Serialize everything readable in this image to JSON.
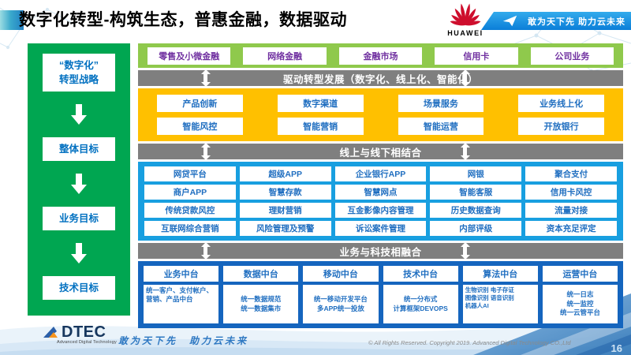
{
  "header": {
    "title": "数字化转型-构筑生态，普惠金融，数据驱动",
    "huawei_label": "HUAWEI",
    "banner_slogan": "敢为天下先 助力云未来"
  },
  "sidebar": {
    "strategy_line1": "“数字化”",
    "strategy_line2": "转型战略",
    "goals": [
      "整体目标",
      "业务目标",
      "技术目标"
    ]
  },
  "business_row": {
    "items": [
      "零售及小微金融",
      "网络金融",
      "金融市场",
      "信用卡",
      "公司业务"
    ]
  },
  "bars": {
    "drive": "驱动转型发展（数字化、线上化、智能化）",
    "online_offline": "线上与线下相结合",
    "tech_fusion": "业务与科技相融合"
  },
  "capability": {
    "rows": [
      [
        "产品创新",
        "数字渠道",
        "场景服务",
        "业务线上化"
      ],
      [
        "智能风控",
        "智能营销",
        "智能运营",
        "开放银行"
      ]
    ]
  },
  "applications": {
    "rows": [
      [
        "网贷平台",
        "超级APP",
        "企业银行APP",
        "网银",
        "聚合支付"
      ],
      [
        "商户APP",
        "智慧存款",
        "智慧网点",
        "智能客服",
        "信用卡风控"
      ],
      [
        "传统贷款风控",
        "理财营销",
        "互金影像内容管理",
        "历史数据查询",
        "流量对接"
      ],
      [
        "互联网综合营销",
        "风险管理及预警",
        "诉讼案件管理",
        "内部评级",
        "资本充足评定"
      ]
    ]
  },
  "platforms": {
    "columns": [
      {
        "title": "业务中台",
        "body": "统一客户、支付帐户、营销、产品中台"
      },
      {
        "title": "数据中台",
        "body": "统一数据规范\n统一数据集市"
      },
      {
        "title": "移动中台",
        "body": "统一移动开发平台\n多APP统一投放"
      },
      {
        "title": "技术中台",
        "body": "统一分布式\n计算框架DEVOPS"
      },
      {
        "title": "算法中台",
        "body": "生物识别 电子存证\n图像识别 语音识别\n机器人AI"
      },
      {
        "title": "运营中台",
        "body": "统一日志\n统一监控\n统一云管平台"
      }
    ]
  },
  "footer": {
    "logo_text": "DTEC",
    "logo_subtext": "Advanced Digital Technology",
    "motto": "敢为天下先　助力云未来",
    "copyright": "© All Rights Reserved. Copyright 2019. Advanced Digital Technology CO.,Ltd",
    "page_number": "16"
  },
  "colors": {
    "sidebar_green": "#00a651",
    "row_green": "#8fc94c",
    "bar_gray": "#7f7f7f",
    "section_yellow": "#ffc000",
    "section_lightblue": "#189fe0",
    "section_darkblue": "#1565be",
    "text_blue": "#1f6ec0",
    "text_purple": "#7030a0",
    "huawei_red": "#ce0e2d",
    "banner_blue": "#0b7ed8",
    "adtec_navy": "#17375e",
    "adtec_orange": "#f7941d"
  }
}
